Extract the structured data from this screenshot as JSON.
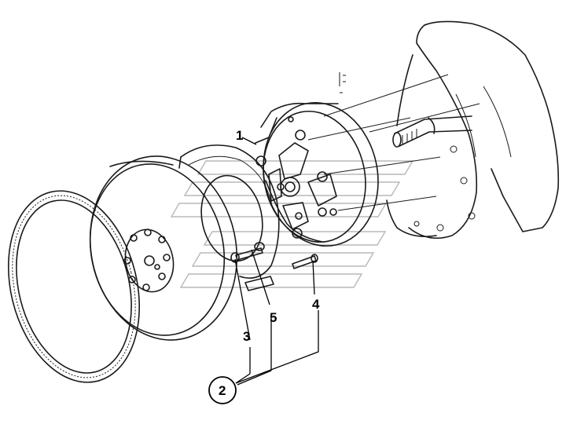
{
  "callouts": {
    "c1": "1",
    "c2": "2",
    "c3": "3",
    "c4": "4",
    "c5": "5"
  },
  "colors": {
    "line": "#1a1a1a",
    "background": "#ffffff",
    "watermark": "#b8b8b8"
  }
}
